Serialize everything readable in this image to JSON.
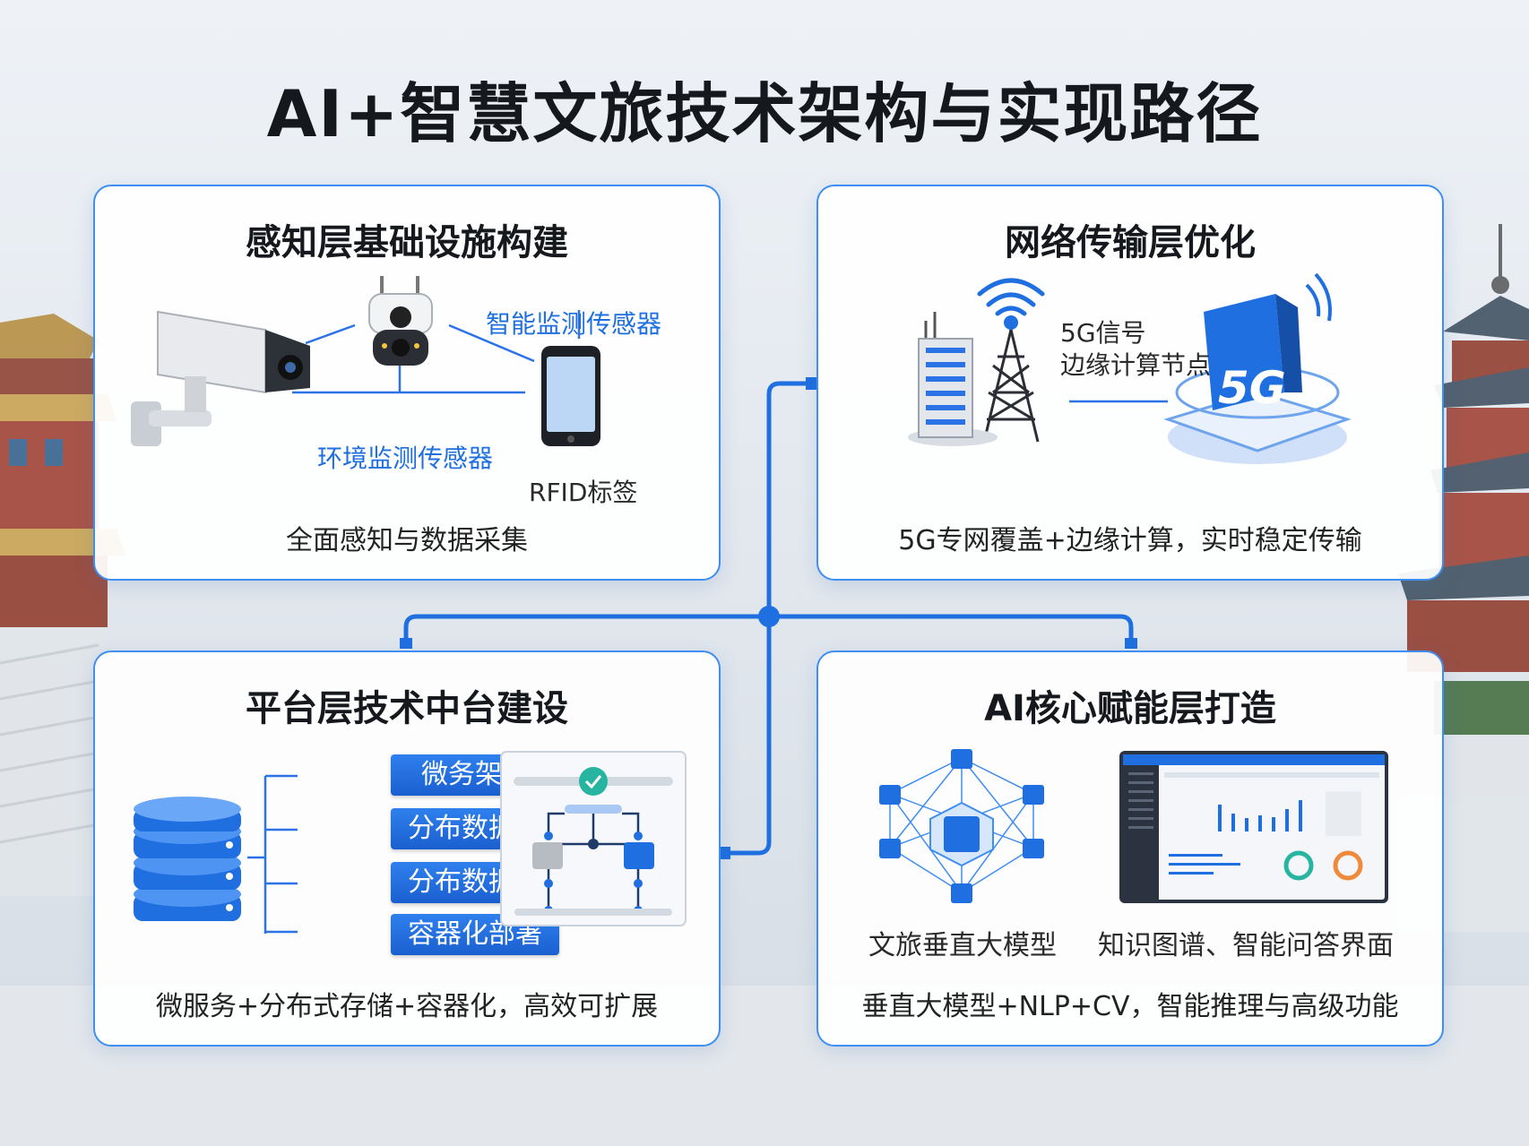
{
  "title": "AI+智慧文旅技术架构与实现路径",
  "panels": {
    "perception": {
      "title": "感知层基础设施构建",
      "label_smart_sensor": "智能监测传感器",
      "label_env_sensor": "环境监测传感器",
      "label_rfid": "RFID标签",
      "caption": "全面感知与数据采集"
    },
    "network": {
      "title": "网络传输层优化",
      "label_5g_signal": "5G信号",
      "label_edge_node": "边缘计算节点",
      "badge_5g": "5G",
      "caption": "5G专网覆盖+边缘计算，实时稳定传输"
    },
    "platform": {
      "title": "平台层技术中台建设",
      "blocks": [
        "微务架构",
        "分布数据库",
        "分布数据库",
        "容器化部署"
      ],
      "caption": "微服务+分布式存储+容器化，高效可扩展"
    },
    "ai": {
      "title": "AI核心赋能层打造",
      "label_model": "文旅垂直大模型",
      "label_ui": "知识图谱、智能问答界面",
      "caption": "垂直大模型+NLP+CV，智能推理与高级功能"
    }
  },
  "colors": {
    "accent": "#3f8ef2",
    "connector": "#1f6fe0",
    "block": "#2a72e6",
    "label_blue": "#1f6fe0"
  }
}
